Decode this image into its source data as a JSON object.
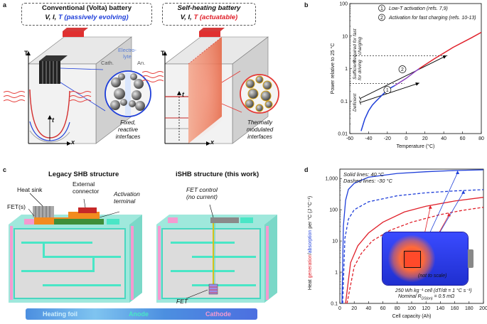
{
  "panels": {
    "a": {
      "letter": "a",
      "left_box": {
        "title": "Conventional (Volta) battery",
        "vars_black": "V, I, ",
        "vars_colored": "T (passively evolving)",
        "colored_hex": "#1f3fd9"
      },
      "right_box": {
        "title": "Self-heating battery",
        "vars_black": "V, I, ",
        "vars_colored": "T (actuatable)",
        "colored_hex": "#e0202a"
      },
      "labels": {
        "T1": "T",
        "t1": "t",
        "x1": "x",
        "T2": "T",
        "t2": "t",
        "x2": "x",
        "cath": "Cath.",
        "electrolyte": "Electro-\nlyte",
        "an": "An."
      },
      "caption_left": [
        "Fixed,",
        "reactive",
        "interfaces"
      ],
      "caption_right": [
        "Thermally",
        "modulated",
        "interfaces"
      ]
    },
    "b": {
      "letter": "b",
      "legend": [
        {
          "num": "1",
          "text": "Low-T activation (refs. 7,9)"
        },
        {
          "num": "2",
          "text": "Activation for fast charging (refs. 10-13)"
        }
      ],
      "region_labels": {
        "fast": "Required for fast\ncharging",
        "driving": "Sufficient\nfor driving",
        "deficient": "Deficient"
      },
      "markers": [
        "1",
        "2"
      ]
    },
    "c": {
      "letter": "c",
      "legacy_title": "Legacy SHB structure",
      "ishb_title": "iSHB structure (this work)",
      "labels": {
        "heat_sink": "Heat sink",
        "fets": "FET(s)",
        "external": "External\nconnector",
        "activation": "Activation\nterminal",
        "fet_control": "FET control\n(no current)",
        "fet": "FET"
      },
      "legend": [
        {
          "name": "Heating foil",
          "color": "#cfeefb"
        },
        {
          "name": "Anode",
          "color": "#49e6c6"
        },
        {
          "name": "Cathode",
          "color": "#f59ad0"
        }
      ]
    },
    "d": {
      "letter": "d",
      "notes": [
        "Solid lines: 40 °C",
        "Dashed lines: -30 °C"
      ],
      "inset_label": "(not to scale)",
      "cell_note_1": "250 Wh kg⁻¹ cell (dT/dt = 1 °C s⁻¹)",
      "cell_note_2": "Nominal R",
      "cell_note_2_sub": "DS(on)",
      "cell_note_2_end": " = 0.5 mΩ",
      "ylabel_parts": [
        {
          "text": "Heat ",
          "color": "#111111"
        },
        {
          "text": "generation",
          "color": "#e0202a"
        },
        {
          "text": "/",
          "color": "#111111"
        },
        {
          "text": "absorption",
          "color": "#1f3fd9"
        },
        {
          "text": " per °C (J °C⁻¹)",
          "color": "#111111"
        }
      ]
    }
  },
  "chart_data": [
    {
      "type": "line",
      "xlabel": "Temperature (°C)",
      "ylabel": "Power relative to 25 °C",
      "xlim": [
        -60,
        80
      ],
      "ylim": [
        0.01,
        100
      ],
      "yscale": "log",
      "xticks": [
        -60,
        -40,
        -20,
        0,
        20,
        40,
        60,
        80
      ],
      "yticks": [
        0.01,
        0.1,
        1,
        10,
        100
      ],
      "ytick_labels": [
        "0.01",
        "0.1",
        "1",
        "10",
        "100"
      ],
      "series": [
        {
          "color": "#1f3fd9",
          "x": [
            -48,
            -44,
            -40,
            -36,
            -32,
            -28,
            -24,
            -20,
            -16,
            -12
          ],
          "y": [
            0.012,
            0.028,
            0.05,
            0.075,
            0.1,
            0.13,
            0.17,
            0.21,
            0.26,
            0.3
          ]
        },
        {
          "color": "#8a3fbf",
          "x": [
            -12,
            0,
            8,
            14
          ],
          "y": [
            0.3,
            0.5,
            0.75,
            1.0
          ]
        },
        {
          "color": "#e0202a",
          "x": [
            14,
            30,
            50,
            70,
            80
          ],
          "y": [
            1.0,
            2.0,
            4.5,
            9,
            13
          ]
        }
      ],
      "thresholds": [
        {
          "y": 2.5,
          "x_end": 44
        },
        {
          "y": 0.35,
          "x_end": -2
        }
      ],
      "arrows": [
        {
          "x": [
            -49,
            43
          ],
          "y": [
            0.12,
            2.5
          ]
        },
        {
          "x": [
            -49,
            14
          ],
          "y": [
            0.09,
            0.36
          ]
        }
      ]
    },
    {
      "type": "line",
      "xlabel": "Cell capacity (Ah)",
      "xlim": [
        0,
        200
      ],
      "ylim": [
        0.1,
        2000
      ],
      "yscale": "log",
      "xticks": [
        0,
        20,
        40,
        60,
        80,
        100,
        120,
        140,
        160,
        180,
        200
      ],
      "yticks": [
        0.1,
        1,
        10,
        100,
        1000
      ],
      "ytick_labels": [
        "0.1",
        "1",
        "10",
        "100",
        "1,000"
      ],
      "series": [
        {
          "color": "#1f3fd9",
          "dash": false,
          "x": [
            3,
            5,
            8,
            12,
            20,
            40,
            80,
            120,
            160,
            200
          ],
          "y": [
            0.1,
            30,
            200,
            450,
            700,
            1100,
            1450,
            1650,
            1800,
            1900
          ]
        },
        {
          "color": "#1f3fd9",
          "dash": true,
          "x": [
            4,
            7,
            12,
            20,
            40,
            80,
            120,
            160,
            200
          ],
          "y": [
            0.1,
            12,
            50,
            100,
            180,
            280,
            350,
            400,
            440
          ]
        },
        {
          "color": "#e0202a",
          "dash": false,
          "x": [
            8,
            15,
            25,
            40,
            60,
            90,
            120,
            160,
            200
          ],
          "y": [
            0.1,
            2,
            7,
            18,
            40,
            85,
            130,
            190,
            250
          ]
        },
        {
          "color": "#e0202a",
          "dash": true,
          "x": [
            10,
            20,
            30,
            45,
            70,
            100,
            140,
            170,
            200
          ],
          "y": [
            0.1,
            1.5,
            4,
            10,
            22,
            40,
            70,
            95,
            120
          ]
        }
      ]
    }
  ]
}
